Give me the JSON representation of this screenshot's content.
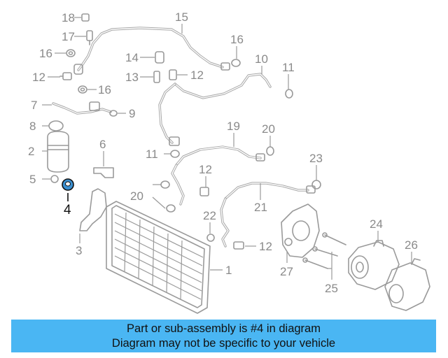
{
  "diagram": {
    "highlighted_part": "4",
    "callouts": [
      "1",
      "2",
      "3",
      "4",
      "5",
      "6",
      "7",
      "8",
      "9",
      "10",
      "11",
      "11",
      "12",
      "12",
      "12",
      "12",
      "13",
      "14",
      "15",
      "16",
      "16",
      "16",
      "17",
      "18",
      "19",
      "20",
      "20",
      "21",
      "22",
      "23",
      "24",
      "25",
      "26",
      "27"
    ],
    "colors": {
      "highlight": "#111111",
      "line": "#9a9a9a",
      "part_fill": "#3b8fd0",
      "banner": "#4ab6f3"
    }
  },
  "banner": {
    "line1": "Part or sub-assembly is #4 in diagram",
    "line2": "Diagram may not be specific to your vehicle"
  }
}
